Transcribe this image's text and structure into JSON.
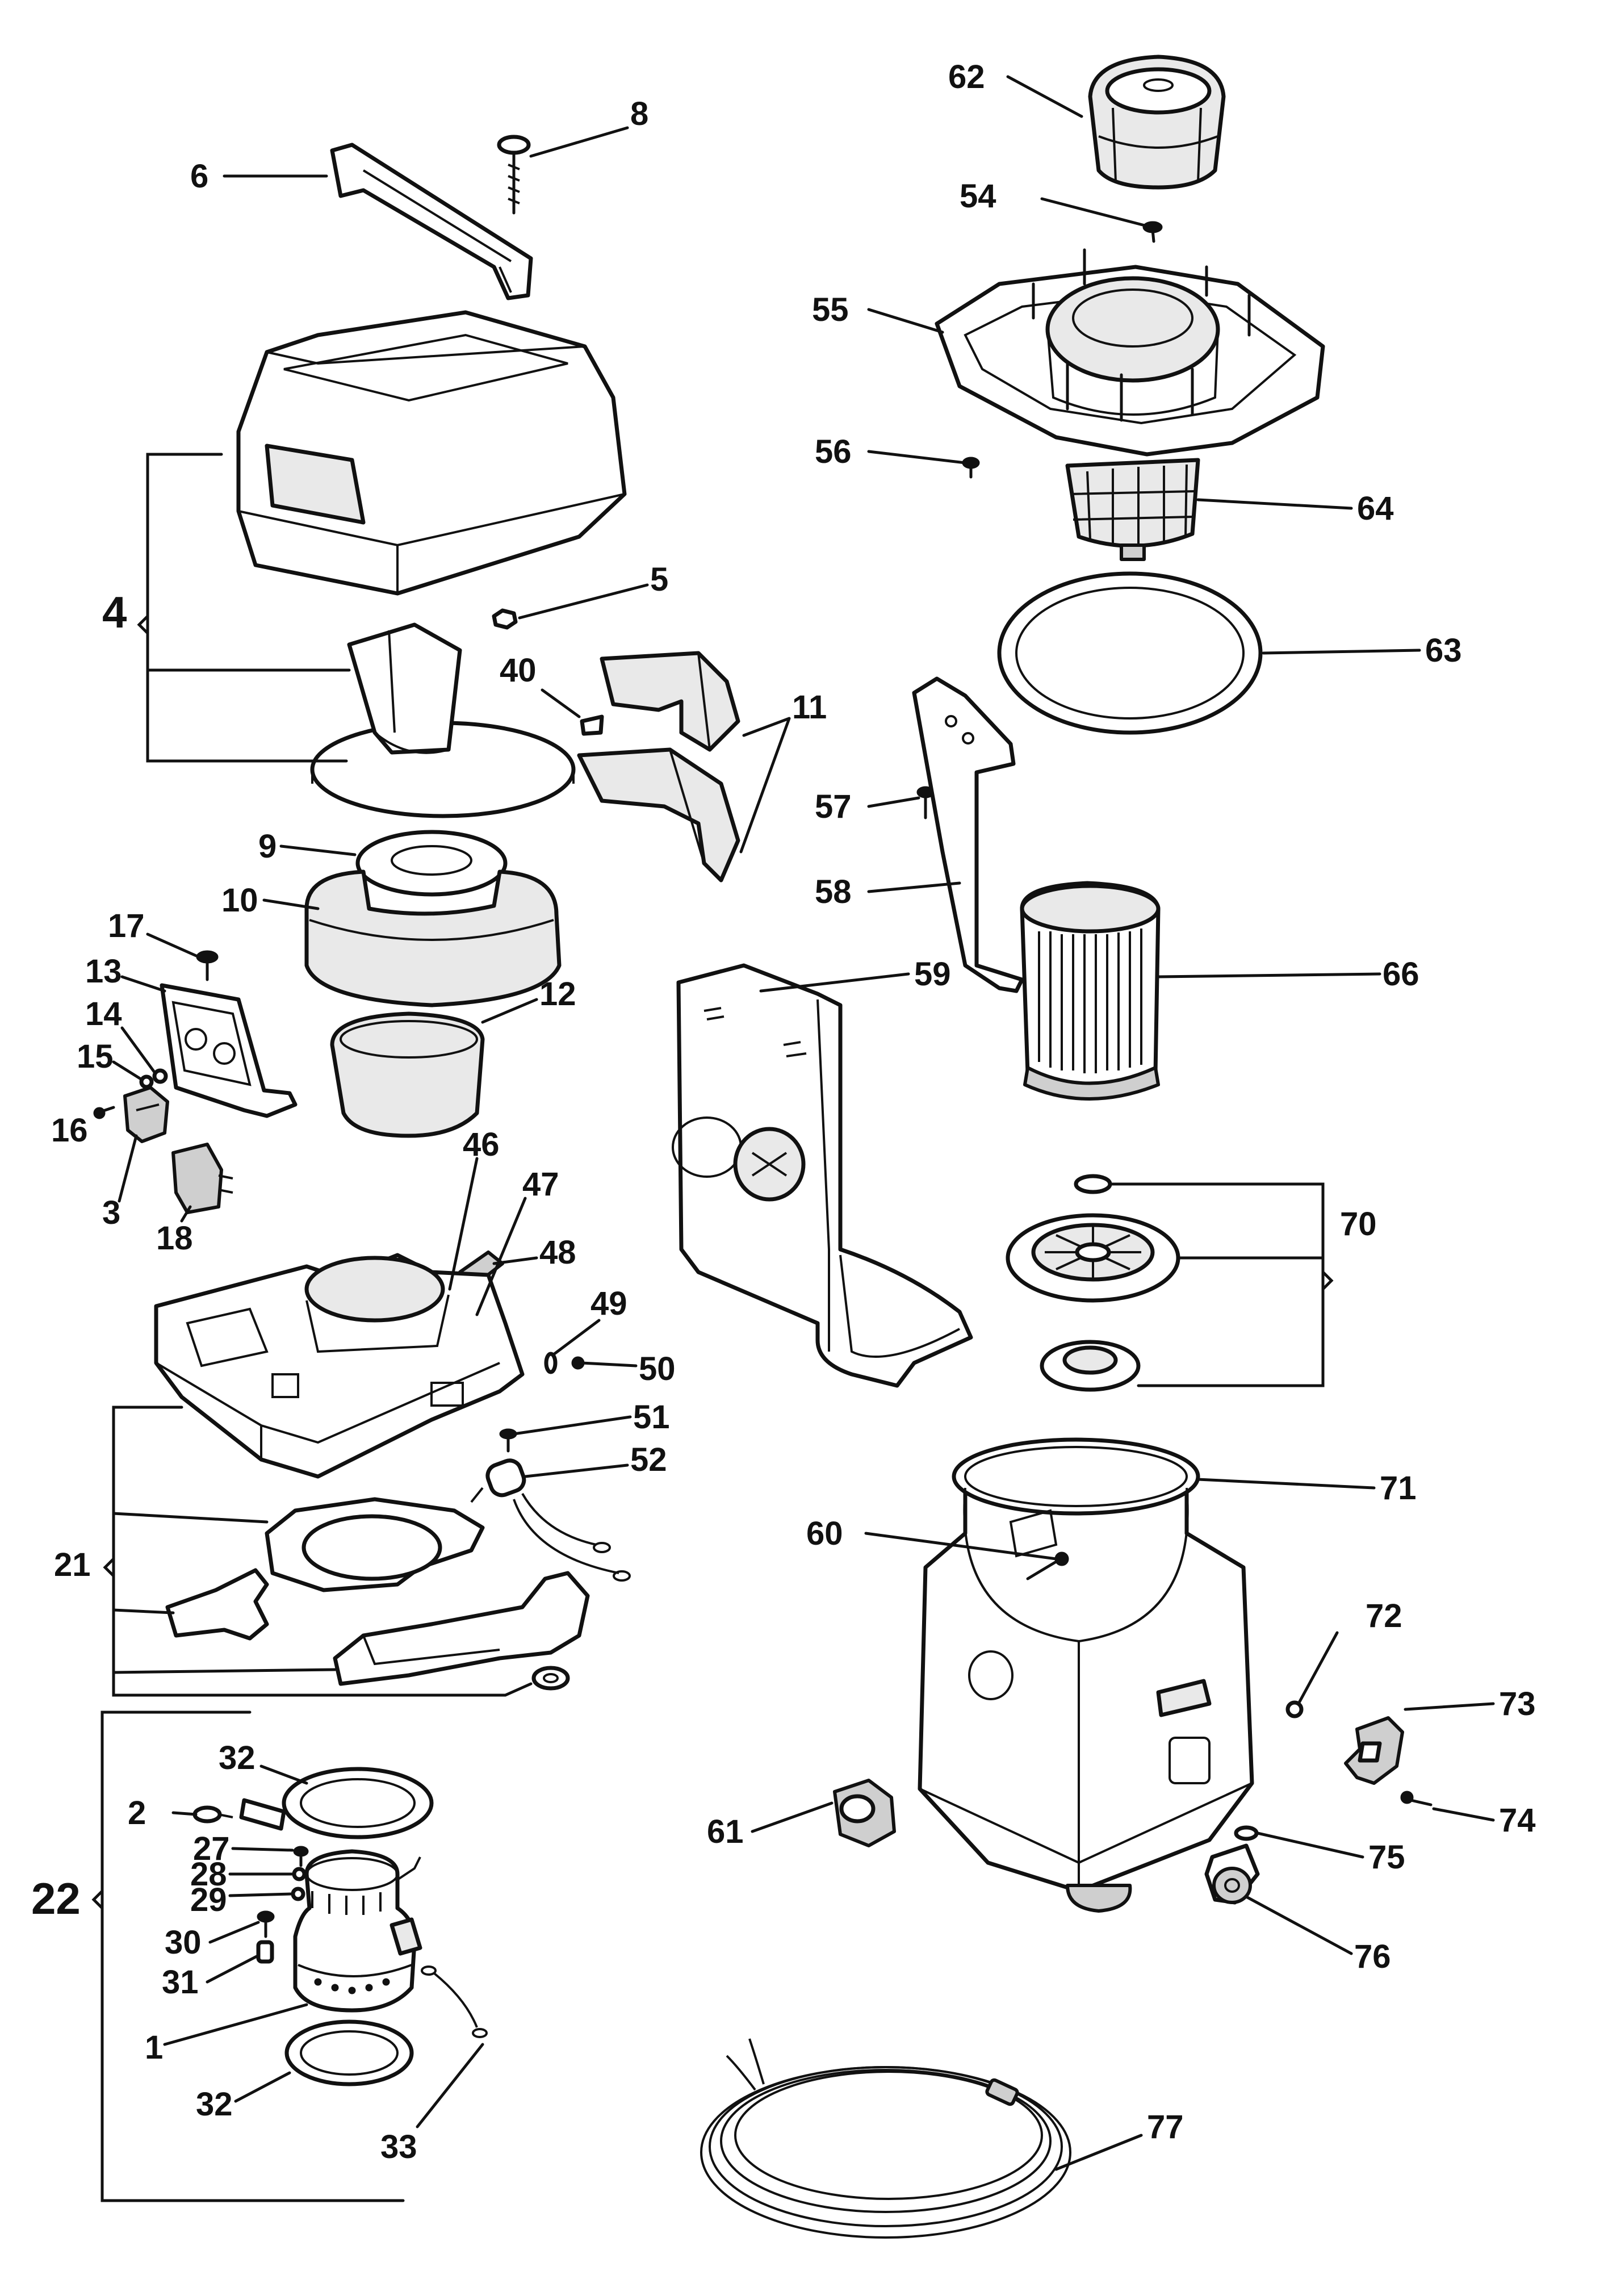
{
  "labels": {
    "l1": "1",
    "l2": "2",
    "l3": "3",
    "l4": "4",
    "l5": "5",
    "l6": "6",
    "l8": "8",
    "l9": "9",
    "l10": "10",
    "l11": "11",
    "l12": "12",
    "l13": "13",
    "l14": "14",
    "l15": "15",
    "l16": "16",
    "l17": "17",
    "l18": "18",
    "l21": "21",
    "l22": "22",
    "l27": "27",
    "l28": "28",
    "l29": "29",
    "l30": "30",
    "l31": "31",
    "l32a": "32",
    "l32b": "32",
    "l33": "33",
    "l40": "40",
    "l46": "46",
    "l47": "47",
    "l48": "48",
    "l49": "49",
    "l50": "50",
    "l51": "51",
    "l52": "52",
    "l54": "54",
    "l55": "55",
    "l56": "56",
    "l57": "57",
    "l58": "58",
    "l59": "59",
    "l60": "60",
    "l61": "61",
    "l62": "62",
    "l63": "63",
    "l64": "64",
    "l66": "66",
    "l70": "70",
    "l71": "71",
    "l72": "72",
    "l73": "73",
    "l74": "74",
    "l75": "75",
    "l76": "76",
    "l77": "77"
  }
}
